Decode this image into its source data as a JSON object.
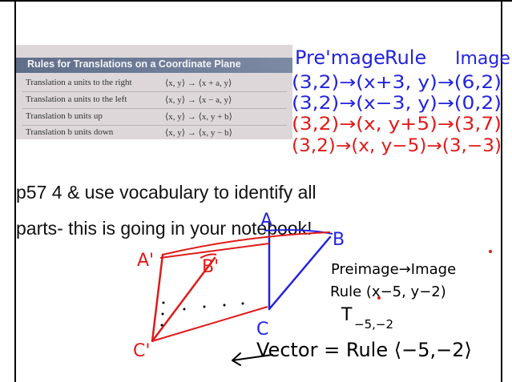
{
  "textbook": {
    "title": "Rules for Translations on a Coordinate Plane",
    "rows": [
      {
        "label": "Translation a units to the right",
        "rule": "⟨x, y⟩ → ⟨x + a, y⟩"
      },
      {
        "label": "Translation a units to the left",
        "rule": "⟨x, y⟩ → ⟨x − a, y⟩"
      },
      {
        "label": "Translation b units up",
        "rule": "⟨x, y⟩ → ⟨x, y + b⟩"
      },
      {
        "label": "Translation b units down",
        "rule": "⟨x, y⟩ → ⟨x, y − b⟩"
      }
    ]
  },
  "notes": {
    "header": {
      "preimage": "Pre'mage",
      "rule": "Rule",
      "image": "Image"
    },
    "examples": [
      {
        "text": "(3,2)→(x+3, y)→(6,2)",
        "color": "#2323e0"
      },
      {
        "text": "(3,2)→(x−3, y)→(0,2)",
        "color": "#2323e0"
      },
      {
        "text": "(3,2)→(x, y+5)→(3,7)",
        "color": "#e01a1a"
      },
      {
        "text": "(3,2)→(x, y−5)→(3,−3)",
        "color": "#e01a1a"
      }
    ]
  },
  "caption": {
    "line1": "p57 4 & use vocabulary to identify all",
    "line2": "parts- this is going in your notebook!"
  },
  "diagram": {
    "labels": {
      "A": "A",
      "B": "B",
      "C": "C",
      "A_prime": "A'",
      "B_prime": "B'",
      "C_prime": "C'"
    },
    "note_line1": "Preimage→Image",
    "note_line2": "Rule (x−5, y−2)",
    "notation": "T",
    "notation_sub": "−5,−2",
    "vector_label": "Vector = Rule ⟨−5,−2⟩"
  },
  "colors": {
    "blue_ink": "#2323e0",
    "red_ink": "#e01a1a",
    "black_ink": "#000000"
  }
}
